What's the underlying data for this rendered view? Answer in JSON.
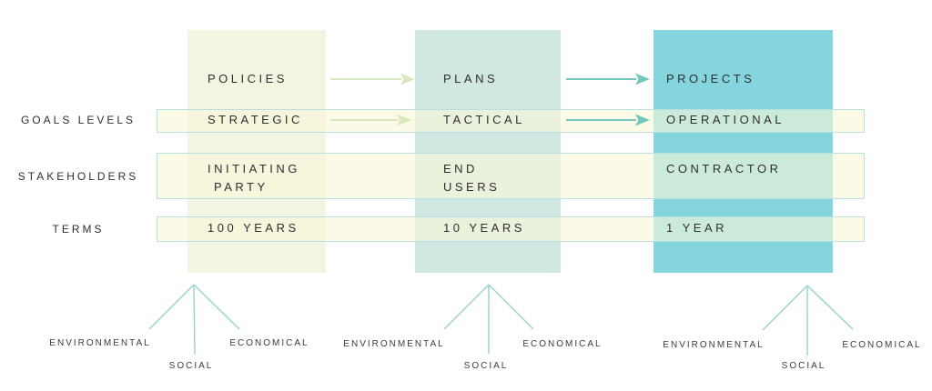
{
  "diagram": {
    "row_labels": {
      "goals": "GOALS LEVELS",
      "stakeholders": "STAKEHOLDERS",
      "terms": "TERMS"
    },
    "columns": [
      {
        "id": "policies",
        "title": "POLICIES",
        "goal_level": "STRATEGIC",
        "stakeholder_line1": "INITIATING",
        "stakeholder_line2": "PARTY",
        "term": "100 YEARS",
        "pillars": {
          "left": "ENVIRONMENTAL",
          "middle": "SOCIAL",
          "right": "ECONOMICAL"
        }
      },
      {
        "id": "plans",
        "title": "PLANS",
        "goal_level": "TACTICAL",
        "stakeholder_line1": "END",
        "stakeholder_line2": "USERS",
        "term": "10 YEARS",
        "pillars": {
          "left": "ENVIRONMENTAL",
          "middle": "SOCIAL",
          "right": "ECONOMICAL"
        }
      },
      {
        "id": "projects",
        "title": "PROJECTS",
        "goal_level": "OPERATIONAL",
        "stakeholder_line1": "CONTRACTOR",
        "stakeholder_line2": "",
        "term": "1 YEAR",
        "pillars": {
          "left": "ENVIRONMENTAL",
          "middle": "SOCIAL",
          "right": "ECONOMICAL"
        }
      }
    ],
    "colors": {
      "column_policies_bg": "#f2f5e2",
      "column_plans_bg": "#d1e7e2",
      "column_projects_bg": "#85d5de",
      "band_fill": "rgba(249,247,216,0.62)",
      "band_border": "#b7e0e3",
      "arrow_green": "#d9e8bc",
      "arrow_teal": "#74c7bd",
      "tree_line": "#9cd3ce",
      "text": "#2e2e2e"
    }
  }
}
